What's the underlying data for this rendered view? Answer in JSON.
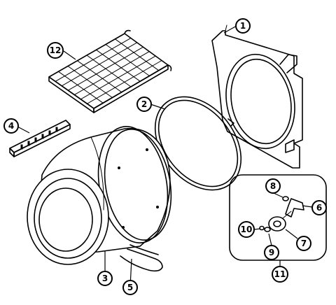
{
  "diagram": {
    "callouts": [
      {
        "id": "c1",
        "label": "1"
      },
      {
        "id": "c2",
        "label": "2"
      },
      {
        "id": "c3",
        "label": "3"
      },
      {
        "id": "c4",
        "label": "4"
      },
      {
        "id": "c5",
        "label": "5"
      },
      {
        "id": "c6",
        "label": "6"
      },
      {
        "id": "c7",
        "label": "7"
      },
      {
        "id": "c8",
        "label": "8"
      },
      {
        "id": "c9",
        "label": "9"
      },
      {
        "id": "c10",
        "label": "10"
      },
      {
        "id": "c11",
        "label": "11"
      },
      {
        "id": "c12",
        "label": "12"
      }
    ],
    "colors": {
      "line": "#000000",
      "background": "#ffffff"
    }
  }
}
